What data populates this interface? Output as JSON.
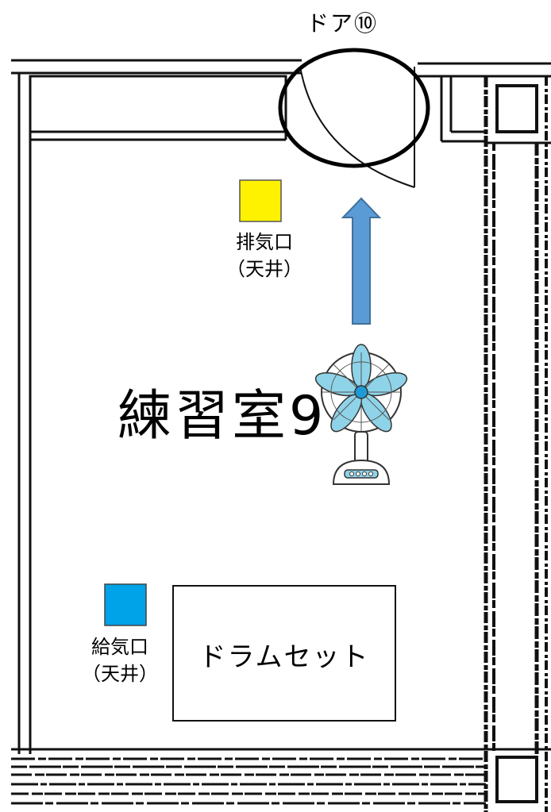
{
  "door": {
    "label": "ドア⑩"
  },
  "room": {
    "name": "練習室9"
  },
  "exhaust_vent": {
    "label_line1": "排気口",
    "label_line2": "（天井）",
    "color": "#FFF200"
  },
  "supply_vent": {
    "label_line1": "給気口",
    "label_line2": "（天井）",
    "color": "#00A2E8"
  },
  "drum_set": {
    "label": "ドラムセット"
  },
  "airflow_arrow": {
    "direction": "up",
    "color": "#5B9BD5"
  },
  "fan": {
    "blade_color": "#8FD3E8"
  }
}
